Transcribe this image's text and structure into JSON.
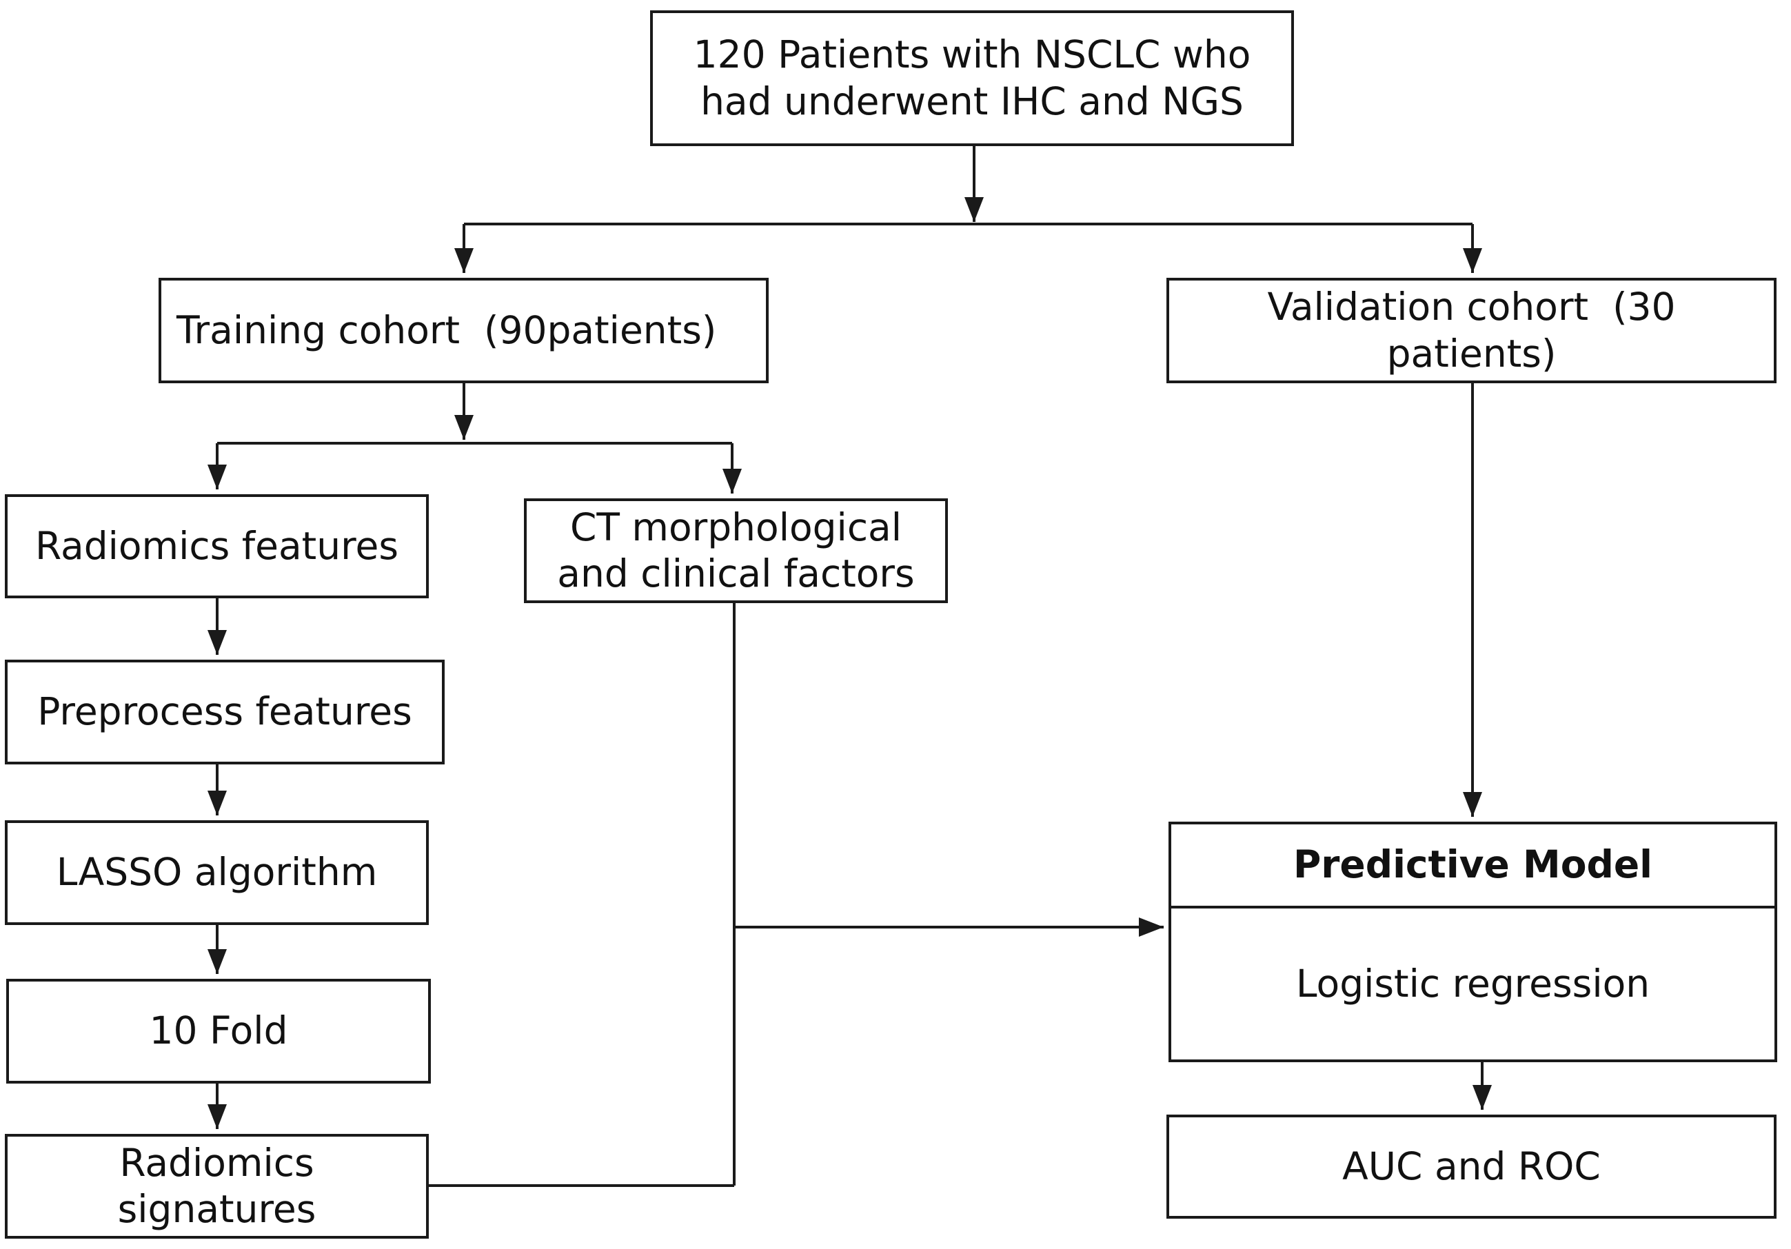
{
  "boxes": {
    "patients": [
      "120 Patients with NSCLC who",
      "had underwent IHC and NGS"
    ],
    "training": "Training cohort  (90patients)",
    "validation": [
      "Validation cohort  (30",
      "patients)"
    ],
    "radiomics_features": "Radiomics features",
    "ct_factors": [
      "CT morphological",
      "and clinical factors"
    ],
    "preprocess": "Preprocess features",
    "lasso": "LASSO algorithm",
    "fold": "10 Fold",
    "signatures": [
      "Radiomics",
      "signatures"
    ],
    "model_title": "Predictive Model",
    "model_method": "Logistic regression",
    "auc": "AUC and ROC"
  }
}
